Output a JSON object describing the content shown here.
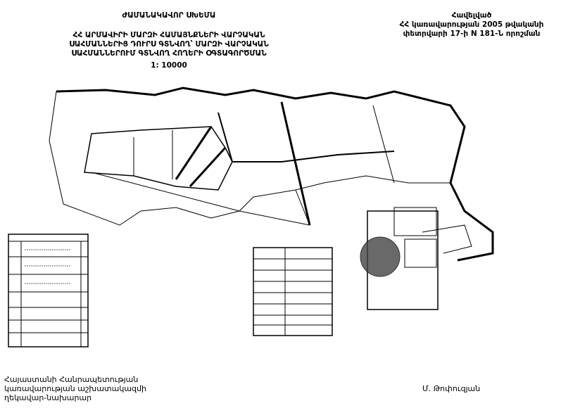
{
  "header": {
    "title": "ԺԱՄԱՆԱԿԱՎՈՐ ՍԽԵՄԱ",
    "subtitle_lines": [
      "ՀՀ ԱՐՄԱՎԻՐԻ ՄԱՐԶԻ ՀԱՄԱՅՆՔՆԵՐԻ ՎԱՐՉԱԿԱՆ",
      "ՍԱՀՄԱՆՆԵՐԻՑ ԴՈՒՐՍ ԳՏՆՎՈՂ՝ ՄԱՐԶԻ ՎԱՐՉԱԿԱՆ",
      "ՍԱՀՄԱՆՆԵՐՈՒՄ ԳՏՆՎՈՂ ՀՈՂԵՐԻ ՕԳՏԱԳՈՐԾՄԱՆ"
    ],
    "scale": "1: 10000"
  },
  "annex": {
    "lines": [
      "Հավելված",
      "ՀՀ կառավարության 2005 թվականի",
      "փետրվարի 17-ի N 181-Ն որոշման"
    ]
  },
  "footer": {
    "left_lines": [
      "Հայաստանի Հանրապետության",
      "կառավարության աշխատակազմի",
      "ղեկավար-նախարար"
    ],
    "signatory": "Մ. Թոփուզյան"
  }
}
